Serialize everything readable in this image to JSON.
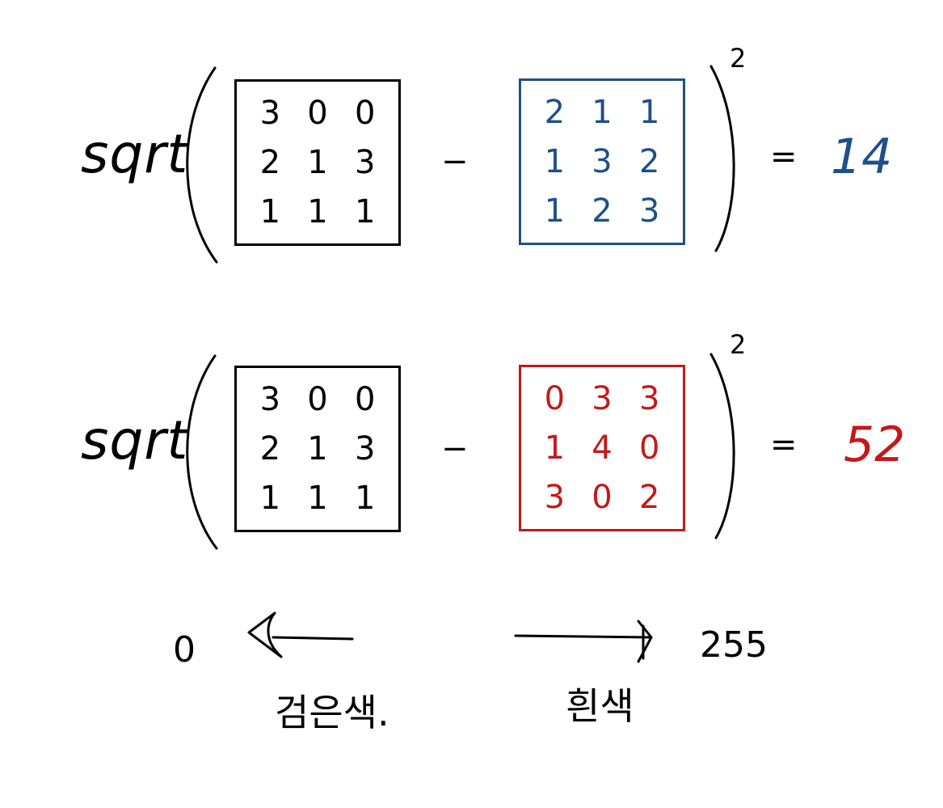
{
  "colors": {
    "ink": "#111111",
    "blue": "#1e4f8a",
    "red": "#c21a1a"
  },
  "equations": [
    {
      "func": "sqrt",
      "exponent": "2",
      "minus": "−",
      "equals": "=",
      "result": "14",
      "result_color": "blue",
      "left_matrix": [
        [
          "3",
          "0",
          "0"
        ],
        [
          "2",
          "1",
          "3"
        ],
        [
          "1",
          "1",
          "1"
        ]
      ],
      "right_matrix": [
        [
          "2",
          "1",
          "1"
        ],
        [
          "1",
          "3",
          "2"
        ],
        [
          "1",
          "2",
          "3"
        ]
      ],
      "right_color": "blue"
    },
    {
      "func": "sqrt",
      "exponent": "2",
      "minus": "−",
      "equals": "=",
      "result": "52",
      "result_color": "red",
      "left_matrix": [
        [
          "3",
          "0",
          "0"
        ],
        [
          "2",
          "1",
          "3"
        ],
        [
          "1",
          "1",
          "1"
        ]
      ],
      "right_matrix": [
        [
          "0",
          "3",
          "3"
        ],
        [
          "1",
          "4",
          "0"
        ],
        [
          "3",
          "0",
          "2"
        ]
      ],
      "right_color": "red"
    }
  ],
  "scale": {
    "min_value": "0",
    "max_value": "255",
    "min_label": "검은색.",
    "max_label": "흰색"
  }
}
